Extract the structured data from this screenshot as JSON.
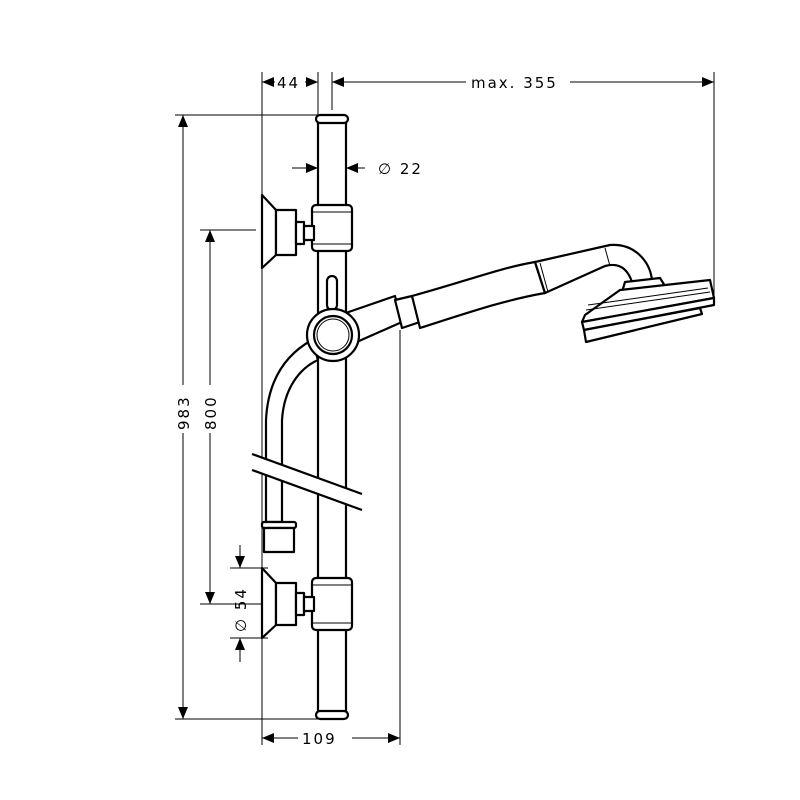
{
  "drawing": {
    "title": "Shower rail set technical drawing",
    "colors": {
      "line": "#000000",
      "background": "#ffffff"
    },
    "dimensions": {
      "wall_offset": "44",
      "projection": "max. 355",
      "rail_diameter": "∅ 22",
      "total_height": "983",
      "bracket_spacing": "800",
      "flange_diameter": "∅ 54",
      "rail_depth": "109"
    }
  }
}
